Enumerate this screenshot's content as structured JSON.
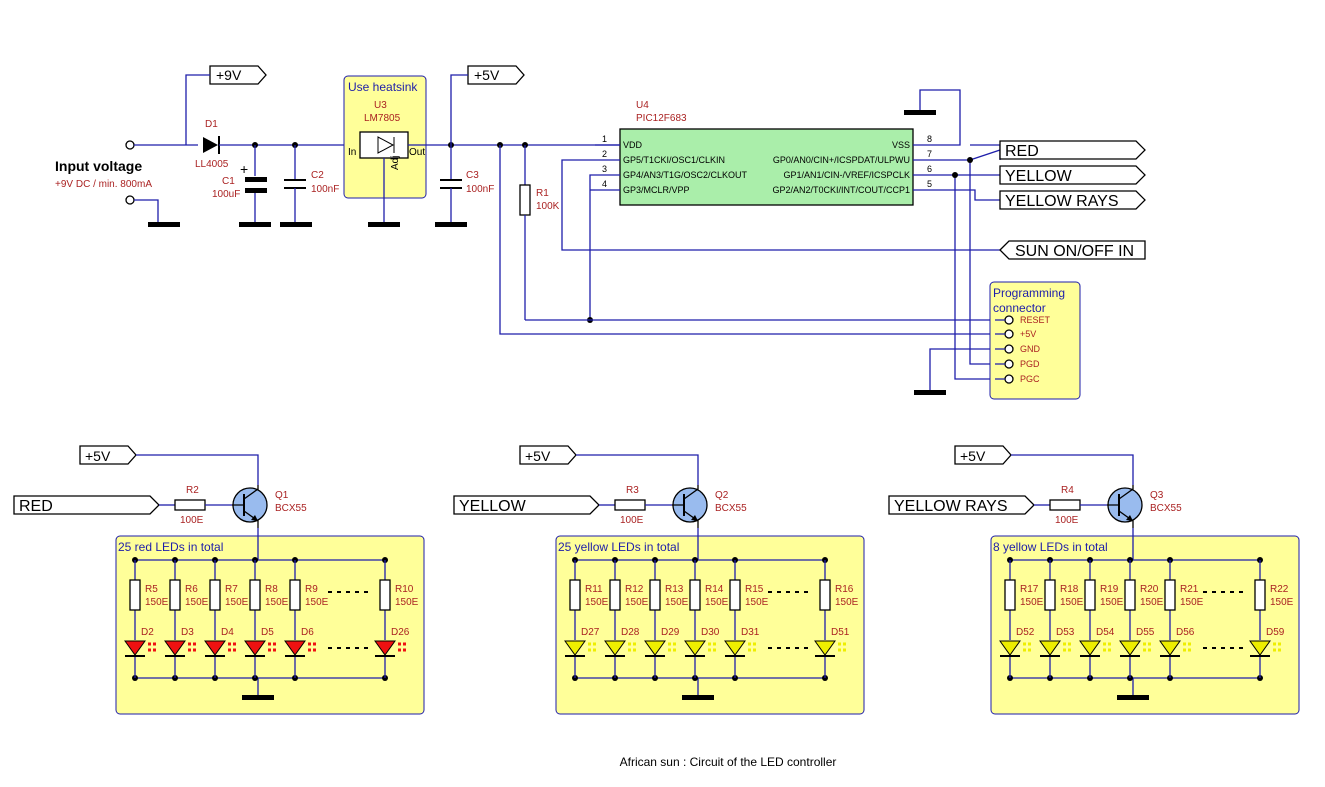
{
  "power": {
    "v9_label": "+9V",
    "v5_label": "+5V",
    "input_title": "Input voltage",
    "input_sub": "+9V DC / min. 800mA",
    "d1_ref": "D1",
    "d1_val": "LL4005",
    "c1_ref": "C1",
    "c1_val": "100uF",
    "c2_ref": "C2",
    "c2_val": "100nF",
    "c3_ref": "C3",
    "c3_val": "100nF",
    "heatsink_note": "Use heatsink",
    "u3_ref": "U3",
    "u3_val": "LM7805",
    "u3_in": "In",
    "u3_out": "Out",
    "u3_adj": "Adj"
  },
  "mcu": {
    "ref": "U4",
    "part": "PIC12F683",
    "r1_ref": "R1",
    "r1_val": "100K",
    "left_pins": [
      {
        "num": "1",
        "name": "VDD"
      },
      {
        "num": "2",
        "name": "GP5/T1CKI/OSC1/CLKIN"
      },
      {
        "num": "3",
        "name": "GP4/AN3/T1G/OSC2/CLKOUT"
      },
      {
        "num": "4",
        "name": "GP3/MCLR/VPP"
      }
    ],
    "right_pins": [
      {
        "num": "8",
        "name": "VSS"
      },
      {
        "num": "7",
        "name": "GP0/AN0/CIN+/ICSPDAT/ULPWU"
      },
      {
        "num": "6",
        "name": "GP1/AN1/CIN-/VREF/ICSPCLK"
      },
      {
        "num": "5",
        "name": "GP2/AN2/T0CKI/INT/COUT/CCP1"
      }
    ]
  },
  "signals": {
    "red": "RED",
    "yellow": "YELLOW",
    "yellow_rays": "YELLOW RAYS",
    "sun_in": "SUN ON/OFF IN"
  },
  "prog": {
    "title_line1": "Programming",
    "title_line2": "connector",
    "pins": [
      "RESET",
      "+5V",
      "GND",
      "PGD",
      "PGC"
    ]
  },
  "drivers": [
    {
      "vcc": "+5V",
      "input": "RED",
      "r_ref": "R2",
      "r_val": "100E",
      "q_ref": "Q1",
      "q_val": "BCX55",
      "box_title": "25 red LEDs in total",
      "resistors": [
        {
          "ref": "R5",
          "val": "150E"
        },
        {
          "ref": "R6",
          "val": "150E"
        },
        {
          "ref": "R7",
          "val": "150E"
        },
        {
          "ref": "R8",
          "val": "150E"
        },
        {
          "ref": "R9",
          "val": "150E"
        },
        {
          "ref": "R10",
          "val": "150E"
        }
      ],
      "leds": [
        "D2",
        "D3",
        "D4",
        "D5",
        "D6",
        "D26"
      ],
      "led_color": "#ee1111"
    },
    {
      "vcc": "+5V",
      "input": "YELLOW",
      "r_ref": "R3",
      "r_val": "100E",
      "q_ref": "Q2",
      "q_val": "BCX55",
      "box_title": "25 yellow LEDs in total",
      "resistors": [
        {
          "ref": "R11",
          "val": "150E"
        },
        {
          "ref": "R12",
          "val": "150E"
        },
        {
          "ref": "R13",
          "val": "150E"
        },
        {
          "ref": "R14",
          "val": "150E"
        },
        {
          "ref": "R15",
          "val": "150E"
        },
        {
          "ref": "R16",
          "val": "150E"
        }
      ],
      "leds": [
        "D27",
        "D28",
        "D29",
        "D30",
        "D31",
        "D51"
      ],
      "led_color": "#eeee00"
    },
    {
      "vcc": "+5V",
      "input": "YELLOW RAYS",
      "r_ref": "R4",
      "r_val": "100E",
      "q_ref": "Q3",
      "q_val": "BCX55",
      "box_title": "8 yellow LEDs in total",
      "resistors": [
        {
          "ref": "R17",
          "val": "150E"
        },
        {
          "ref": "R18",
          "val": "150E"
        },
        {
          "ref": "R19",
          "val": "150E"
        },
        {
          "ref": "R20",
          "val": "150E"
        },
        {
          "ref": "R21",
          "val": "150E"
        },
        {
          "ref": "R22",
          "val": "150E"
        }
      ],
      "leds": [
        "D52",
        "D53",
        "D54",
        "D55",
        "D56",
        "D59"
      ],
      "led_color": "#eeee00"
    }
  ],
  "caption": "African sun : Circuit of the LED controller",
  "colors": {
    "wire": "#1e1eaa",
    "ic_fill": "#aaeeaa",
    "box_fill": "#ffff99",
    "label_red": "#aa2222"
  }
}
